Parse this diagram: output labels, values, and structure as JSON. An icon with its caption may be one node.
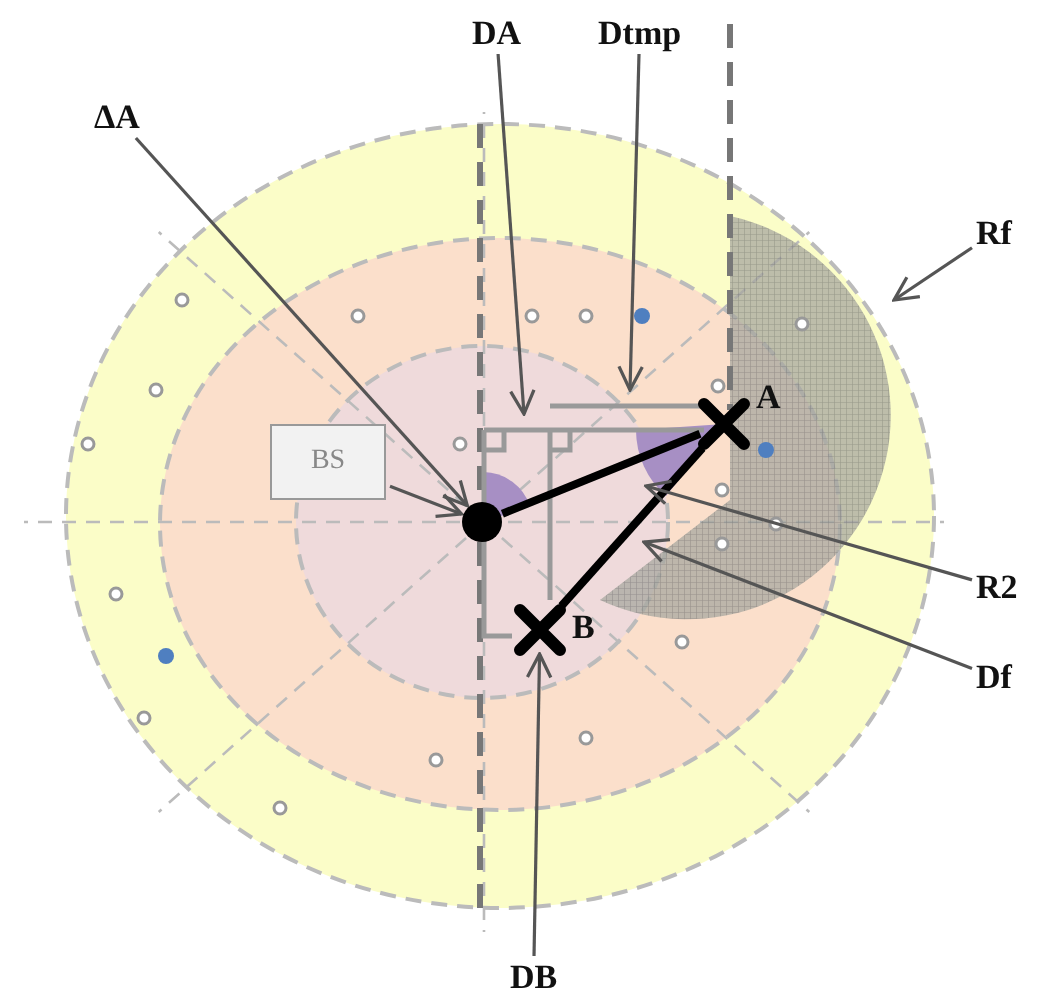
{
  "diagram": {
    "nodes": [
      {
        "text": [
          "BS"
        ]
      },
      {
        "text": [],
        "shape": "circle"
      },
      {
        "text": [],
        "shape": "cross",
        "beside": [
          "A"
        ]
      },
      {
        "text": [],
        "shape": "cross",
        "beside": [
          "B"
        ]
      },
      {
        "text": [
          "ΔA"
        ]
      },
      {
        "text": [
          "DA"
        ]
      },
      {
        "text": [
          "Dtmp"
        ]
      },
      {
        "text": [
          "Rf"
        ]
      },
      {
        "text": [
          "R2"
        ]
      },
      {
        "text": [
          "Df"
        ]
      },
      {
        "text": [
          "DB"
        ]
      }
    ],
    "edges": [
      {
        "from": 0,
        "to": 1,
        "arrow": "to"
      },
      {
        "from": 1,
        "to": 2,
        "arrow": "none",
        "style": "thick",
        "color": "#000000"
      },
      {
        "from": 2,
        "to": 3,
        "arrow": "none",
        "style": "thick",
        "color": "#000000"
      },
      {
        "from": 4,
        "to": 1,
        "arrow": "to"
      },
      {
        "from": 5,
        "to": null,
        "arrow": "to"
      },
      {
        "from": 6,
        "to": null,
        "arrow": "to"
      },
      {
        "from": 7,
        "to": null,
        "arrow": "to"
      },
      {
        "from": 8,
        "to": null,
        "arrow": "to"
      },
      {
        "from": 9,
        "to": null,
        "arrow": "to"
      },
      {
        "from": 10,
        "to": 3,
        "arrow": "to"
      }
    ]
  }
}
